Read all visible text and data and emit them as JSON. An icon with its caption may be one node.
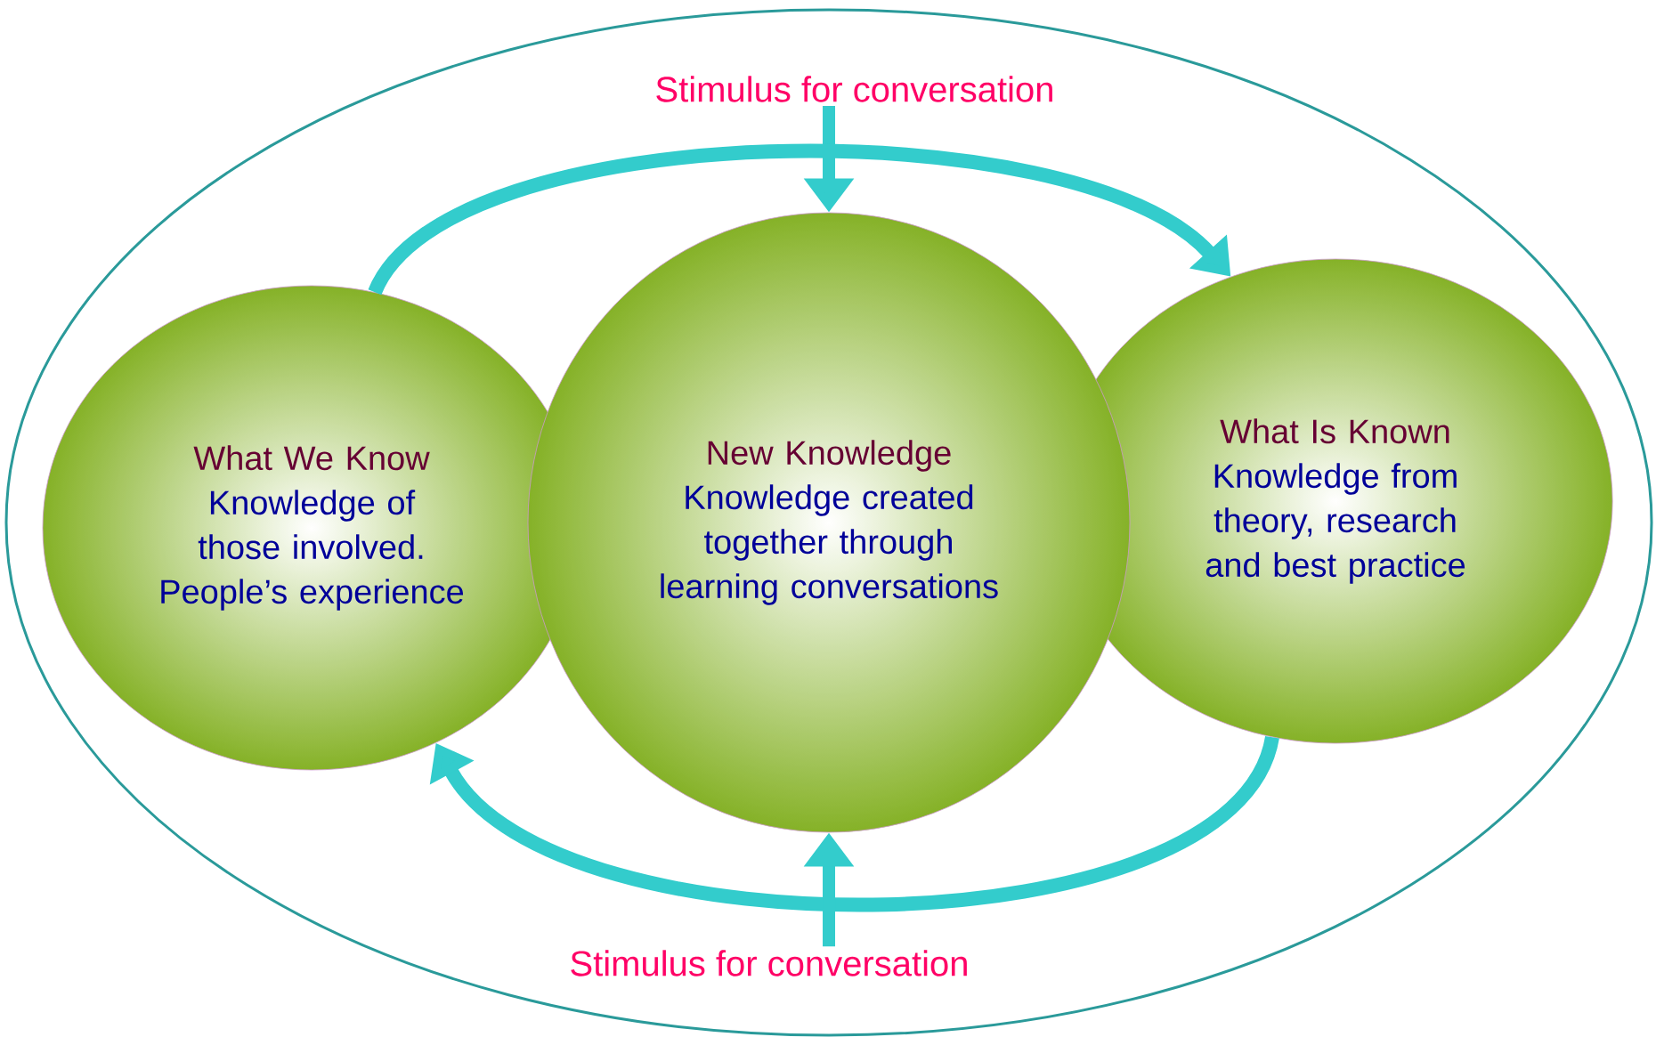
{
  "diagram": {
    "nodes": [
      {
        "text": [
          "Stimulus for conversation"
        ]
      },
      {
        "text": [
          "What We Know",
          "Knowledge of those involved. People’s experience"
        ]
      },
      {
        "text": [
          "New Knowledge",
          "Knowledge created together through learning conversations"
        ]
      },
      {
        "text": [
          "What Is Known",
          "Knowledge from theory, research and best practice"
        ]
      },
      {
        "text": [
          "Stimulus for conversation"
        ]
      }
    ],
    "edges": [
      {
        "from": 0,
        "to": 2,
        "arrow": "to"
      },
      {
        "from": 1,
        "to": 3,
        "arrow": "to"
      },
      {
        "from": 3,
        "to": 1,
        "arrow": "to"
      },
      {
        "from": 4,
        "to": 2,
        "arrow": "to"
      }
    ]
  }
}
